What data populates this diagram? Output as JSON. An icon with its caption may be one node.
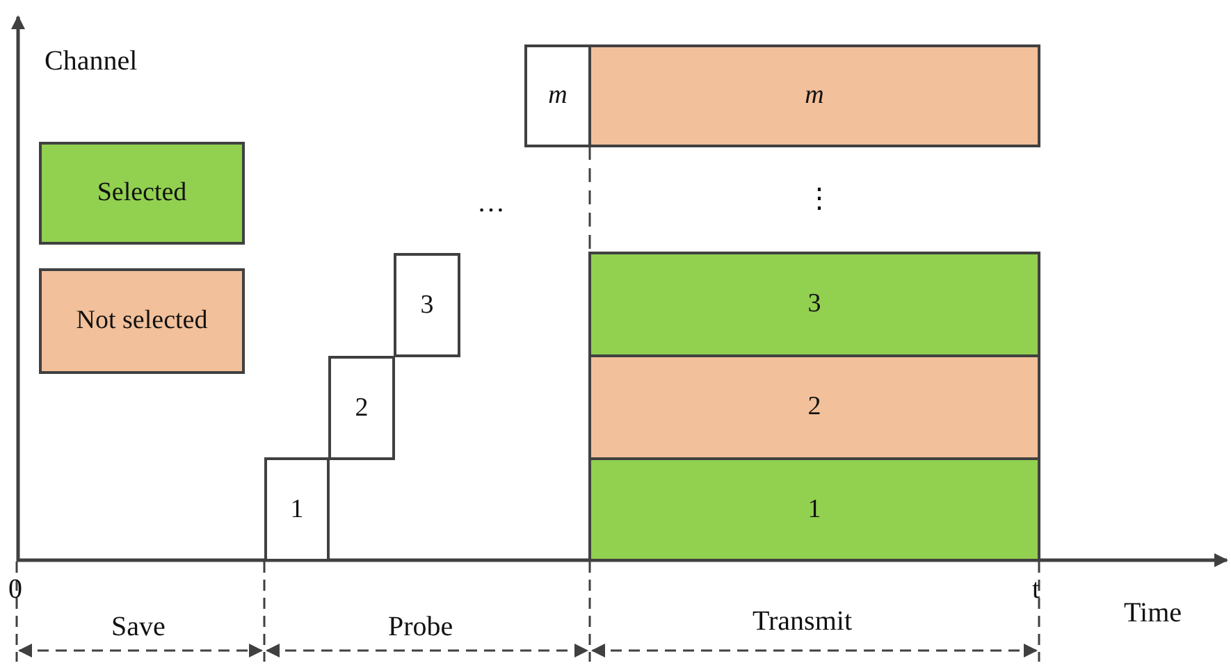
{
  "diagram": {
    "nodes": [
      {
        "text": [
          "1"
        ]
      },
      {
        "text": [
          "2"
        ]
      },
      {
        "text": [
          "3"
        ]
      },
      {
        "text": [
          "m"
        ]
      },
      {
        "text": [
          "m"
        ]
      },
      {
        "text": [
          "3"
        ]
      },
      {
        "text": [
          "2"
        ]
      },
      {
        "text": [
          "1"
        ]
      }
    ],
    "labels": [
      "Channel",
      "…",
      "⋮",
      "0",
      "t",
      "Time",
      "Save",
      "Probe",
      "Transmit"
    ],
    "legend": [
      {
        "text": "Selected",
        "color": "#92d050"
      },
      {
        "text": "Not selected",
        "color": "#f2c09a"
      }
    ]
  }
}
